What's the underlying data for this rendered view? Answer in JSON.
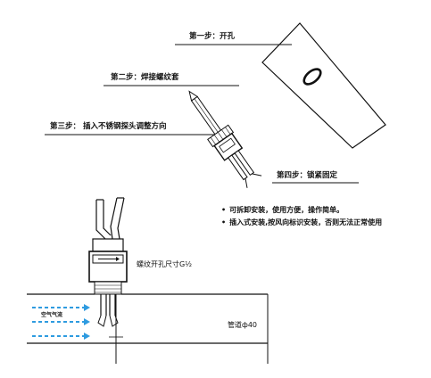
{
  "steps": {
    "step1": "第一步：开孔",
    "step2": "第二步：焊接螺纹套",
    "step3": "第三步：  插入不锈钢探头调整方向",
    "step4": "第四步：锁紧固定"
  },
  "notes": [
    "可拆卸安装，使用方便，操作简单。",
    "插入式安装,按风向标识安装，否则无法正常使用"
  ],
  "thread_label": "螺纹开孔尺寸G½",
  "pipe_label": "管道ф40",
  "airflow_label": "空气气流",
  "colors": {
    "line": "#111111",
    "airflow": "#2e9be0",
    "paper": "#ffffff"
  }
}
